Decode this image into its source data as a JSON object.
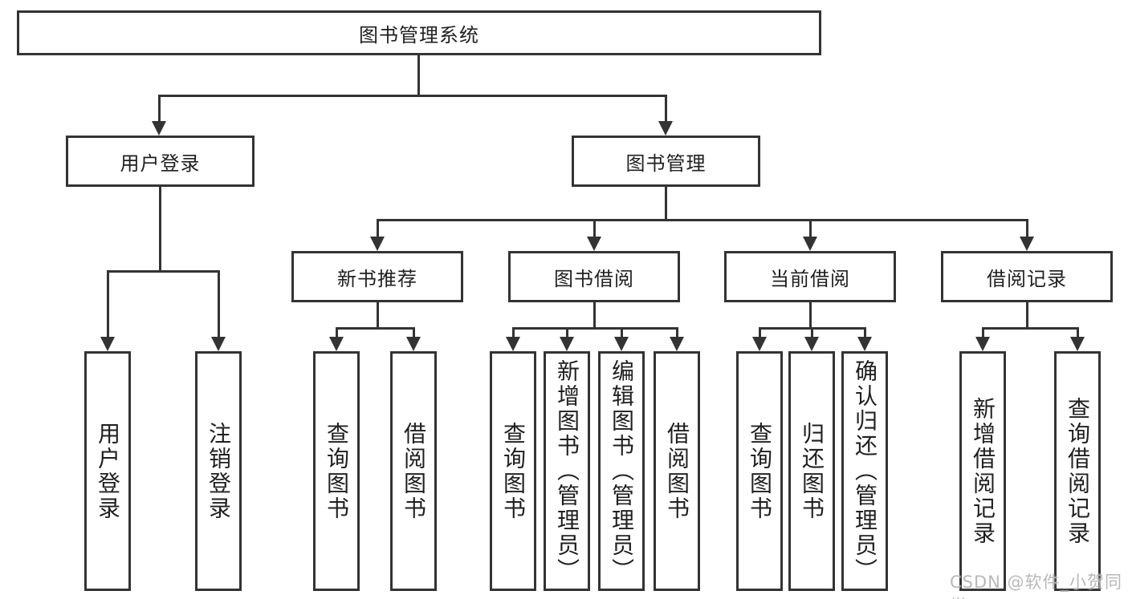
{
  "watermark": "CSDN @软件_小贺同学",
  "nodes": {
    "root": {
      "label": "图书管理系统"
    },
    "user_login": {
      "label": "用户登录"
    },
    "book_management": {
      "label": "图书管理"
    },
    "new_book_recommend": {
      "label": "新书推荐"
    },
    "book_borrowing": {
      "label": "图书借阅"
    },
    "current_borrowing": {
      "label": "当前借阅"
    },
    "borrowing_records": {
      "label": "借阅记录"
    },
    "leaves": {
      "ul_login": {
        "label": "用户登录"
      },
      "ul_logout": {
        "label": "注销登录"
      },
      "nb_query": {
        "label": "查询图书"
      },
      "nb_borrow": {
        "label": "借阅图书"
      },
      "bb_query": {
        "label": "查询图书"
      },
      "bb_add": {
        "label": "新增图书（管理员）"
      },
      "bb_edit": {
        "label": "编辑图书（管理员）"
      },
      "bb_borrow": {
        "label": "借阅图书"
      },
      "cb_query": {
        "label": "查询图书"
      },
      "cb_return": {
        "label": "归还图书"
      },
      "cb_confirm": {
        "label": "确认归还（管理员）"
      },
      "br_add": {
        "label": "新增借阅记录"
      },
      "br_query": {
        "label": "查询借阅记录"
      }
    }
  }
}
